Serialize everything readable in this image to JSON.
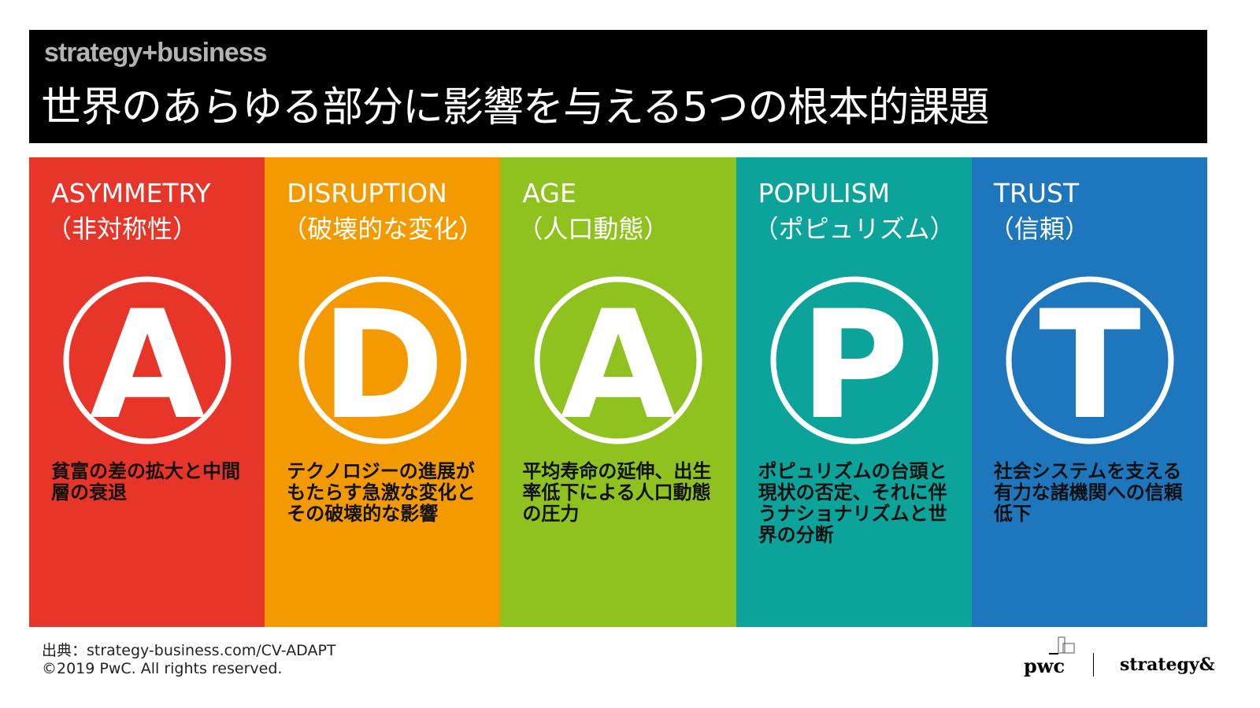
{
  "header": {
    "brand": "strategy+business",
    "title": "世界のあらゆる部分に影響を与える5つの根本的課題"
  },
  "columns": [
    {
      "en": "ASYMMETRY",
      "jp": "（非対称性）",
      "letter": "A",
      "desc": "貧富の差の拡大と中間層の衰退",
      "color": "#e8352a"
    },
    {
      "en": "DISRUPTION",
      "jp": "（破壊的な変化）",
      "letter": "D",
      "desc": "テクノロジーの進展がもたらす急激な変化とその破壊的な影響",
      "color": "#f39a00"
    },
    {
      "en": "AGE",
      "jp": "（人口動態）",
      "letter": "A",
      "desc": "平均寿命の延伸、出生率低下による人口動態の圧力",
      "color": "#8fc11f"
    },
    {
      "en": "POPULISM",
      "jp": "（ポピュリズム）",
      "letter": "P",
      "desc": "ポピュリズムの台頭と現状の否定、それに伴うナショナリズムと世界の分断",
      "color": "#0ca39a"
    },
    {
      "en": "TRUST",
      "jp": "（信頼）",
      "letter": "T",
      "desc": "社会システムを支える有力な諸機関への信頼低下",
      "color": "#1e76bd"
    }
  ],
  "footer": {
    "source": "出典：strategy-business.com/CV-ADAPT",
    "copyright": "©2019 PwC. All rights reserved."
  },
  "logos": {
    "pwc": "pwc",
    "strategyand": "strategy&"
  }
}
